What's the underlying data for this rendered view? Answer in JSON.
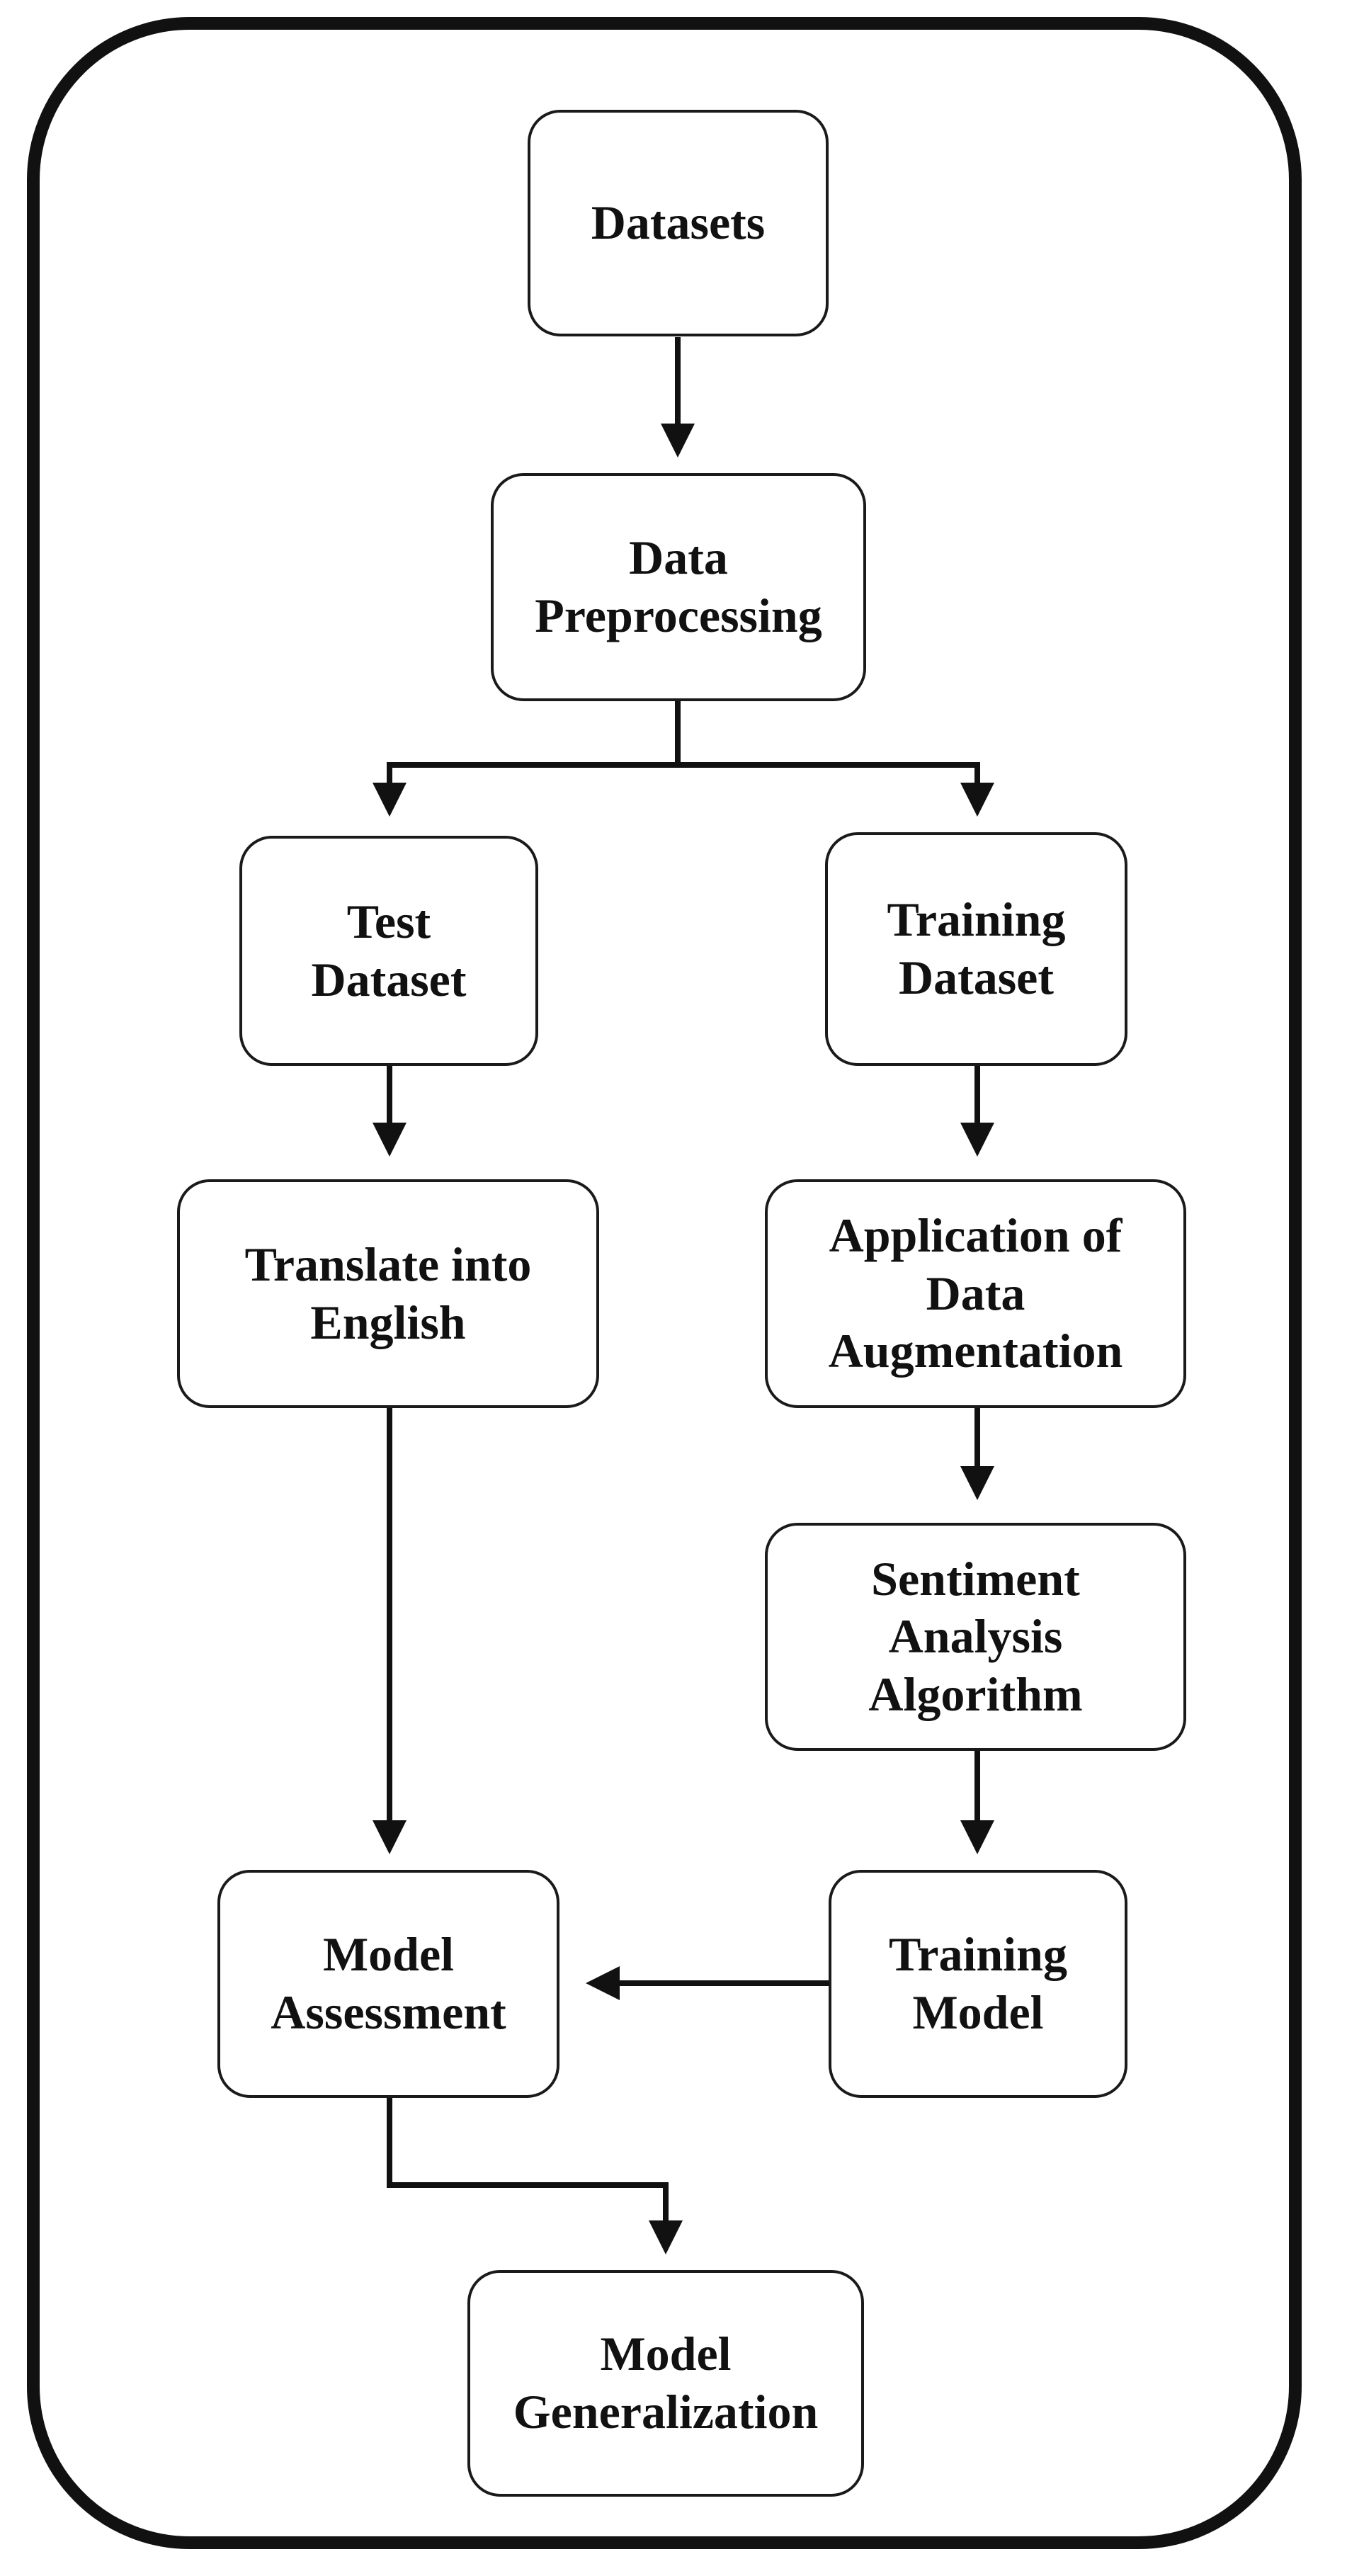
{
  "diagram": {
    "nodes": {
      "datasets": "Datasets",
      "data_preprocessing": "Data\nPreprocessing",
      "test_dataset": "Test\nDataset",
      "training_dataset": "Training\nDataset",
      "translate_into_english": "Translate into\nEnglish",
      "application_of_data_augmentation": "Application of\nData\nAugmentation",
      "sentiment_analysis_algorithm": "Sentiment\nAnalysis\nAlgorithm",
      "model_assessment": "Model\nAssessment",
      "training_model": "Training\nModel",
      "model_generalization": "Model\nGeneralization"
    },
    "edges": [
      [
        "Datasets",
        "Data Preprocessing"
      ],
      [
        "Data Preprocessing",
        "Test Dataset"
      ],
      [
        "Data Preprocessing",
        "Training Dataset"
      ],
      [
        "Test Dataset",
        "Translate into English"
      ],
      [
        "Training Dataset",
        "Application of Data Augmentation"
      ],
      [
        "Translate into English",
        "Model Assessment"
      ],
      [
        "Application of Data Augmentation",
        "Sentiment Analysis Algorithm"
      ],
      [
        "Sentiment Analysis Algorithm",
        "Training Model"
      ],
      [
        "Training Model",
        "Model Assessment"
      ],
      [
        "Model Assessment",
        "Model Generalization"
      ]
    ],
    "colors": {
      "stroke": "#111111",
      "background": "#ffffff"
    }
  }
}
